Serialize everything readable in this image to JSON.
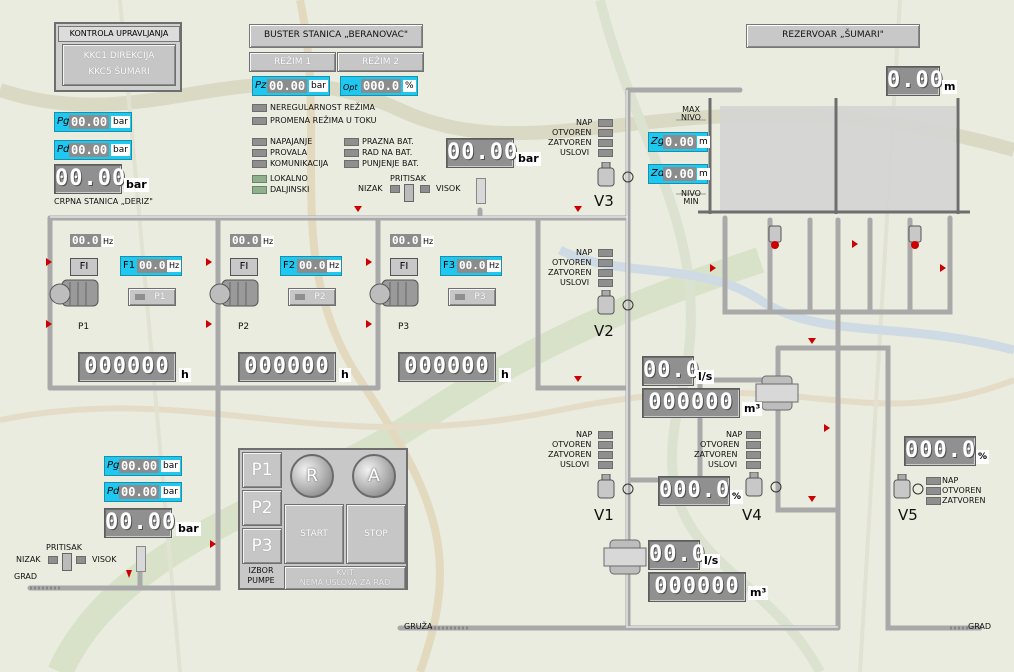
{
  "pump_station": {
    "panel_title": "KONTROLA UPRAVLJANJA",
    "btn_kkc1": "KKC1 DIREKCIJA",
    "btn_kkc5": "KKC5 ŠUMARI",
    "pg_label": "Pg",
    "pg_value": "00.00",
    "pg_unit": "bar",
    "pd_label": "Pd",
    "pd_value": "00.00",
    "pd_unit": "bar",
    "big_pressure": "00.00",
    "big_unit": "bar",
    "station_name": "CRPNA STANICA „DERIZ\""
  },
  "booster": {
    "title": "BUSTER STANICA „BERANOVAC\"",
    "mode1": "REŽIM 1",
    "mode2": "REŽIM 2",
    "pz_label": "Pz",
    "pz_value": "00.00",
    "pz_unit": "bar",
    "opt_label": "Opt",
    "opt_value": "000.0",
    "opt_unit": "%",
    "alarms": [
      "NEREGULARNOST REŽIMA",
      "PROMENA REŽIMA U TOKU"
    ],
    "status_left": [
      "NAPAJANJE",
      "PROVALA",
      "KOMUNIKACIJA"
    ],
    "status_right": [
      "PRAZNA BAT.",
      "RAD NA BAT.",
      "PUNJENJE BAT."
    ],
    "local": "LOKALNO",
    "remote": "DALJINSKI",
    "pressure_value": "00.00",
    "pressure_unit": "bar",
    "switch_title": "PRITISAK",
    "switch_low": "NIZAK",
    "switch_high": "VISOK"
  },
  "pumps": [
    {
      "name": "P1",
      "fi_label": "FI",
      "hz_value": "00.0",
      "hz_unit": "Hz",
      "f_label": "F1",
      "f_value": "00.0",
      "f_unit": "Hz",
      "btn": "P1",
      "hours": "000000",
      "hours_unit": "h"
    },
    {
      "name": "P2",
      "fi_label": "FI",
      "hz_value": "00.0",
      "hz_unit": "Hz",
      "f_label": "F2",
      "f_value": "00.0",
      "f_unit": "Hz",
      "btn": "P2",
      "hours": "000000",
      "hours_unit": "h"
    },
    {
      "name": "P3",
      "fi_label": "FI",
      "hz_value": "00.0",
      "hz_unit": "Hz",
      "f_label": "F3",
      "f_value": "00.0",
      "f_unit": "Hz",
      "btn": "P3",
      "hours": "000000",
      "hours_unit": "h"
    }
  ],
  "suction": {
    "pg_label": "Pg",
    "pg_value": "00.00",
    "pg_unit": "bar",
    "pd_label": "Pd",
    "pd_value": "00.00",
    "pd_unit": "bar",
    "big_value": "00.00",
    "big_unit": "bar",
    "switch_title": "PRITISAK",
    "switch_low": "NIZAK",
    "switch_high": "VISOK",
    "grad_label": "GRAD"
  },
  "control": {
    "p1": "P1",
    "p2": "P2",
    "p3": "P3",
    "r": "R",
    "a": "A",
    "start": "START",
    "stop": "STOP",
    "izbor": "IZBOR PUMPE",
    "kvit": "KVIT",
    "no_conditions": "NEMA USLOVA ZA RAD"
  },
  "valves": {
    "states": [
      "NAP",
      "OTVOREN",
      "ZATVOREN",
      "USLOVI"
    ],
    "v5_states": [
      "NAP",
      "OTVOREN",
      "ZATVOREN"
    ],
    "v1": "V1",
    "v2": "V2",
    "v3": "V3",
    "v4": "V4",
    "v5": "V5",
    "v4_percent": "000.0",
    "v4_unit": "%",
    "v5_percent": "000.0",
    "v5_unit": "%"
  },
  "reservoir": {
    "title": "REZERVOAR „ŠUMARI\"",
    "level_value": "0.00",
    "level_unit": "m",
    "zg_label": "Zg",
    "zg_value": "0.00",
    "zg_unit": "m",
    "zd_label": "Zd",
    "zd_value": "0.00",
    "zd_unit": "m",
    "max_label": "MAX NIVO",
    "min_label": "NIVO MIN"
  },
  "flow1": {
    "value": "00.0",
    "unit": "l/s",
    "total": "000000",
    "total_unit": "m³"
  },
  "flow2": {
    "value": "00.0",
    "unit": "l/s",
    "total": "000000",
    "total_unit": "m³"
  },
  "labels": {
    "gruza": "GRUŽA",
    "grad_left": "GRAD",
    "grad_right": "GRAD"
  },
  "colors": {
    "pipe": "#b0b0b0",
    "valve_red": "#cc0000",
    "cyan": "#1ec8f0",
    "panel": "#cfd1cf",
    "lcd": "#909090"
  }
}
